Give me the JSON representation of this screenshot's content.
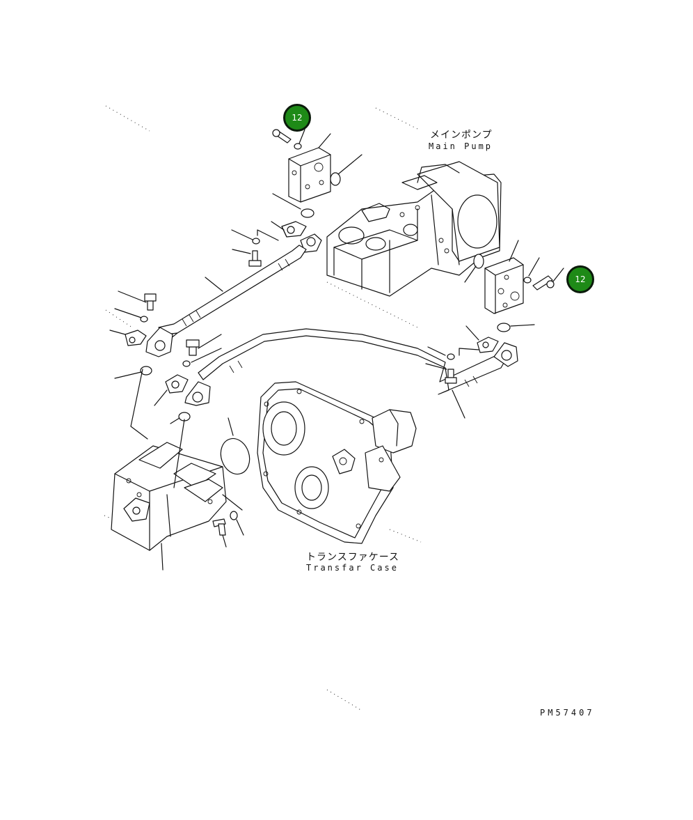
{
  "diagram": {
    "labels": {
      "main_pump_jp": "メインポンプ",
      "main_pump_en": "Main Pump",
      "transfer_case_jp": "トランスファケース",
      "transfer_case_en": "Transfar Case",
      "figure_code": "PM57407"
    },
    "callouts": [
      {
        "id": "callout-12-top",
        "number": "12"
      },
      {
        "id": "callout-12-right",
        "number": "12"
      }
    ],
    "colors": {
      "callout_fill": "#1e8a17",
      "callout_border": "#0b1a0b",
      "line": "#111111"
    }
  }
}
